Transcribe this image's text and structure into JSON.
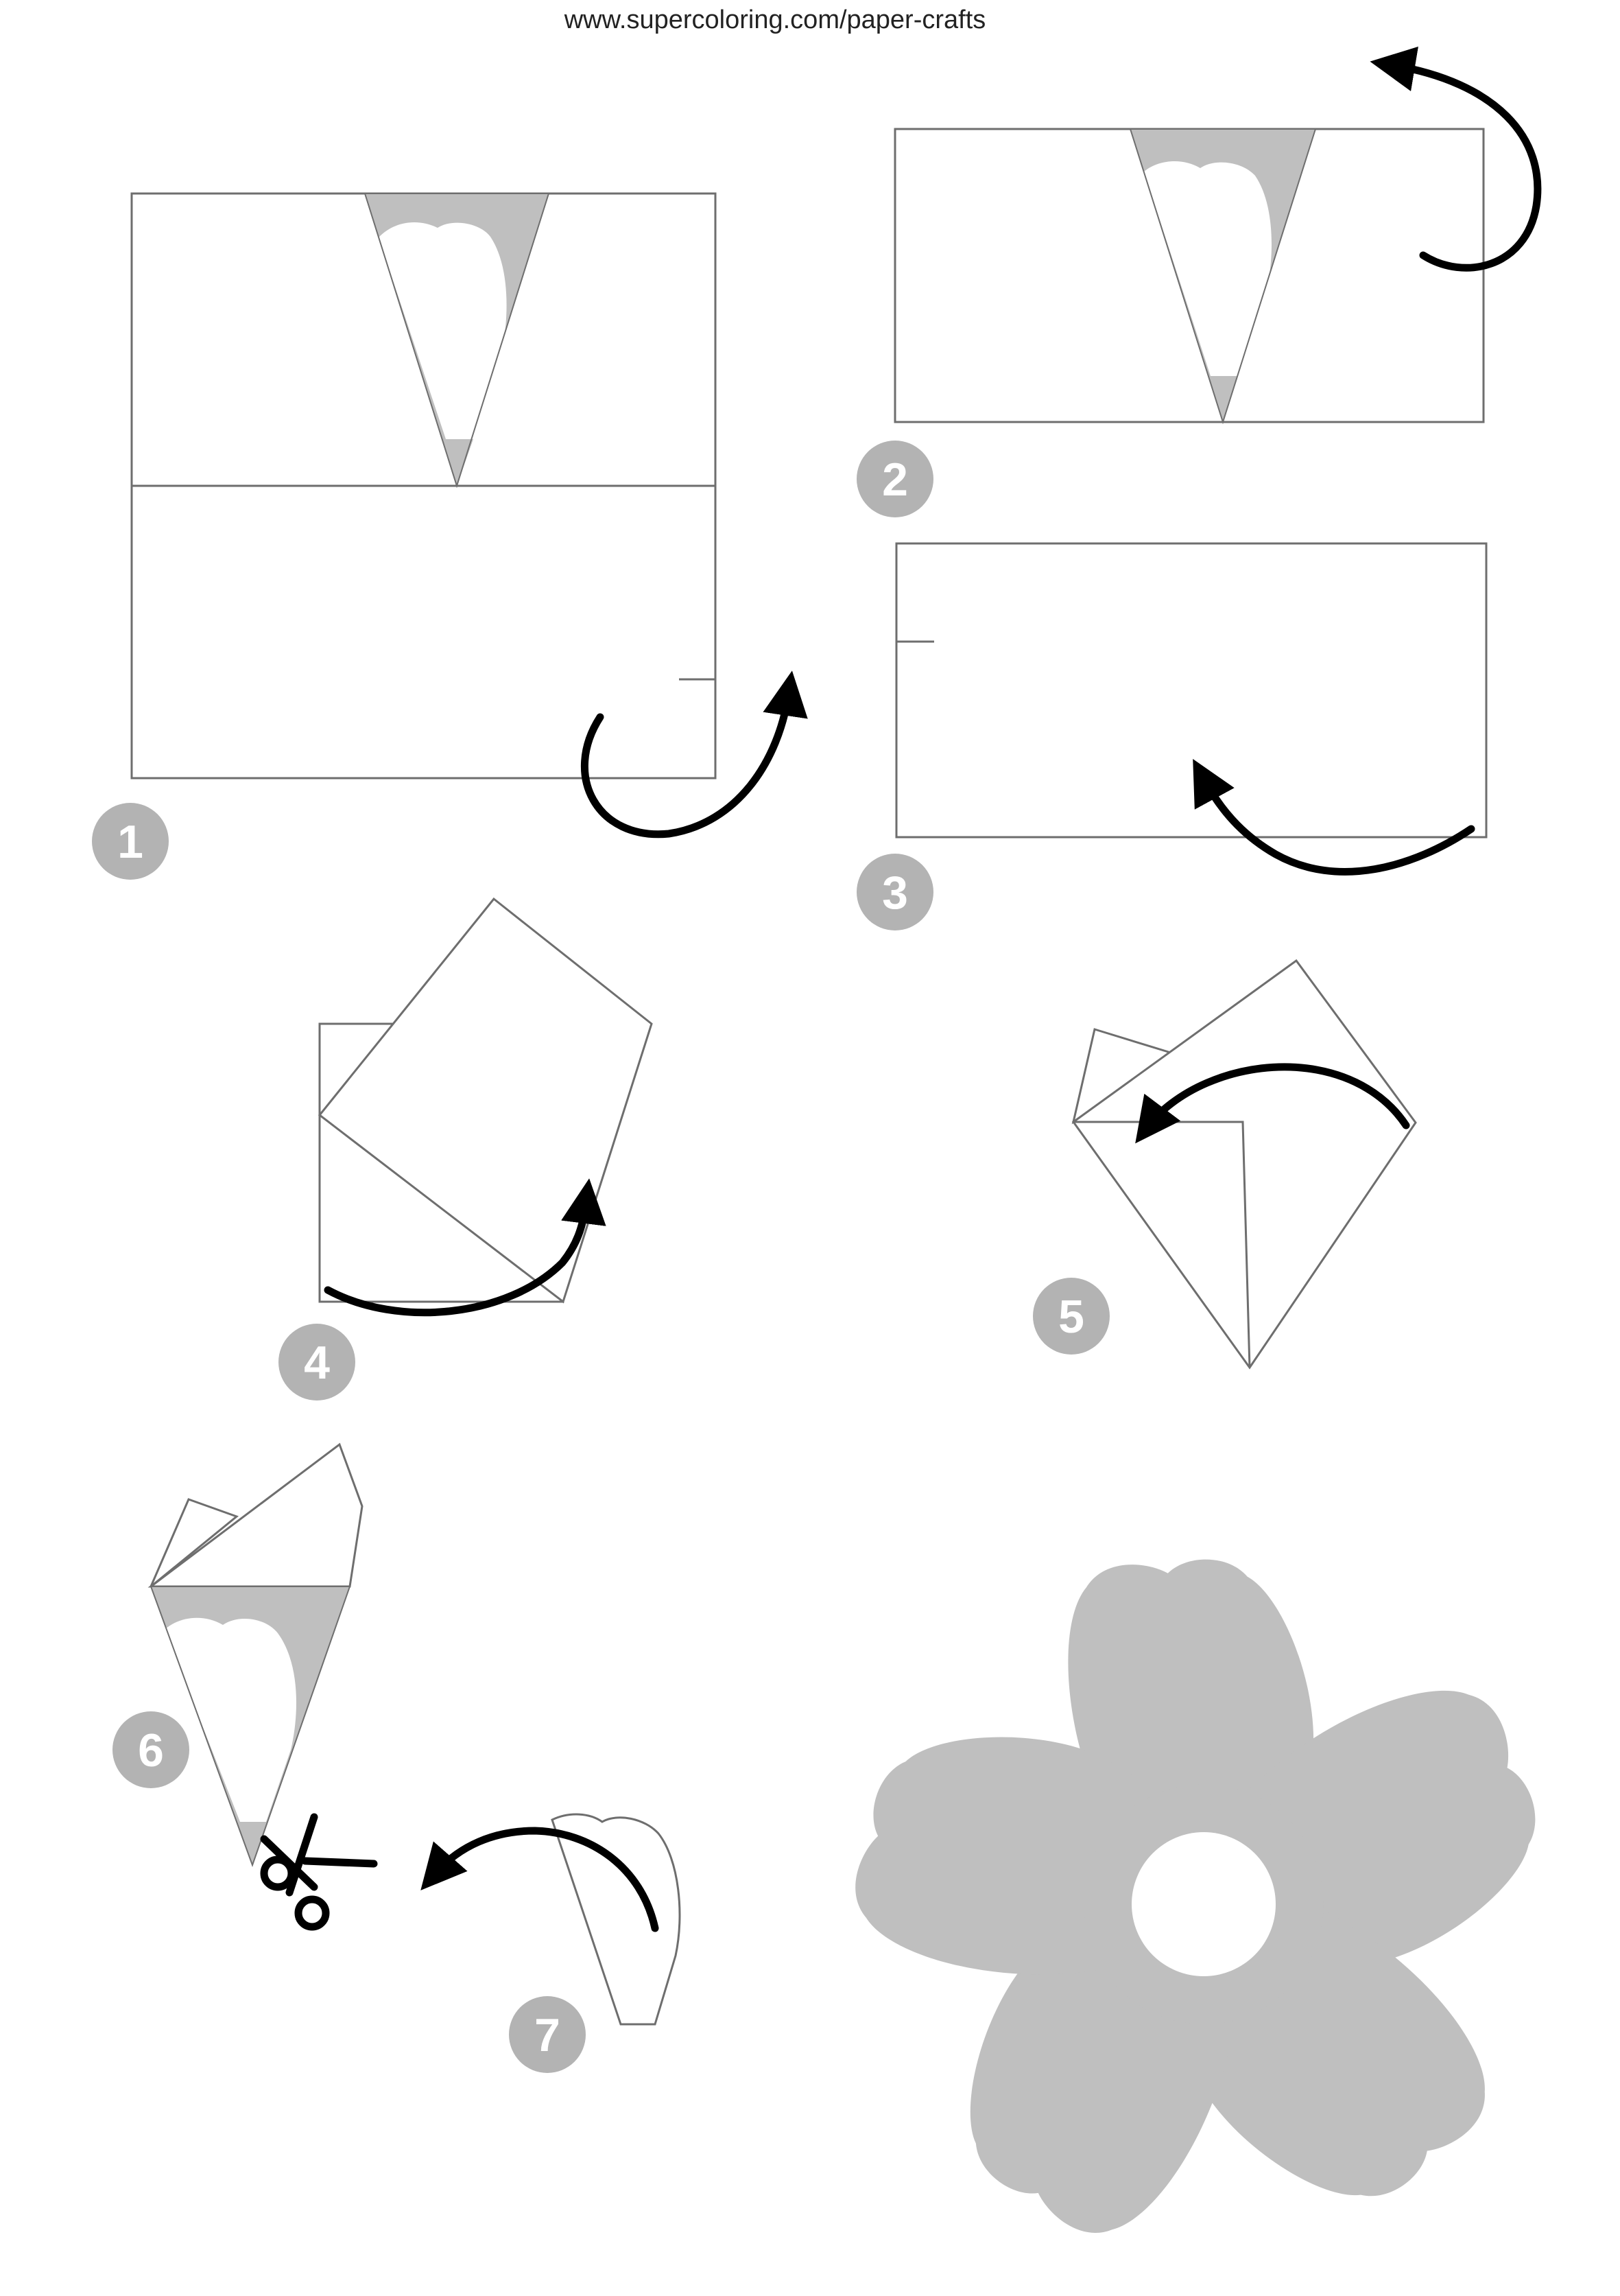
{
  "source_url": "www.supercoloring.com/paper-crafts",
  "colors": {
    "shape_fill": "#bfbfbf",
    "outline": "#6e6e6e",
    "arrow": "#000000",
    "badge": "#b3b3b3"
  },
  "icons": [
    "curved-arrow-icon",
    "scissors-icon",
    "flower-icon"
  ],
  "steps": [
    {
      "number": "1"
    },
    {
      "number": "2"
    },
    {
      "number": "3"
    },
    {
      "number": "4"
    },
    {
      "number": "5"
    },
    {
      "number": "6"
    },
    {
      "number": "7"
    }
  ]
}
